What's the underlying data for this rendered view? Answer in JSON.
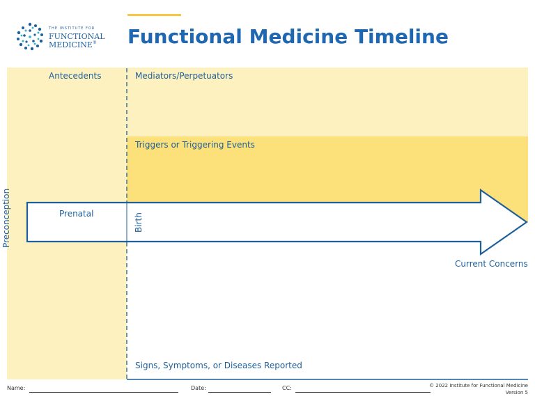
{
  "header": {
    "org_line1": "THE INSTITUTE FOR",
    "org_line2": "FUNCTIONAL",
    "org_line3": "MEDICINE",
    "registered": "®",
    "title": "Functional Medicine Timeline"
  },
  "timeline": {
    "antecedents": "Antecedents",
    "mediators": "Mediators/Perpetuators",
    "triggers": "Triggers or Triggering Events",
    "preconception": "Preconception",
    "prenatal": "Prenatal",
    "birth": "Birth",
    "current_concerns": "Current Concerns",
    "signs": "Signs, Symptoms, or Diseases Reported"
  },
  "footer": {
    "name_label": "Name:",
    "date_label": "Date:",
    "cc_label": "CC:",
    "copyright": "© 2022 Institute for Functional Medicine",
    "version": "Version 5"
  },
  "colors": {
    "light_yellow": "#fdf1c0",
    "dark_yellow": "#fce079",
    "blue": "#1f5f9a",
    "title_blue": "#1f67b1",
    "accent_bar": "#f7c843"
  }
}
